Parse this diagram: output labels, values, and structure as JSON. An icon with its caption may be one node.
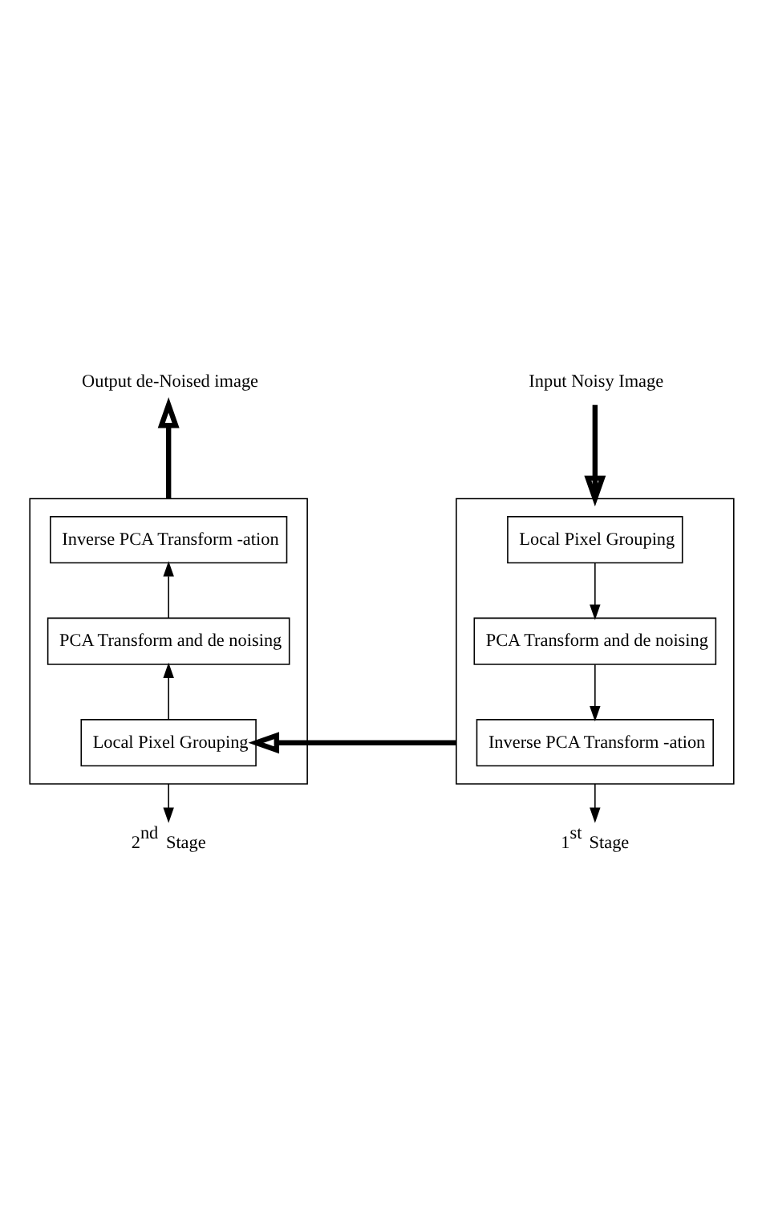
{
  "diagram": {
    "nodes": [
      {
        "text": [
          "Output de-Noised image"
        ]
      },
      {
        "text": [
          "Input Noisy Image"
        ]
      },
      {
        "text": [],
        "shape": "box"
      },
      {
        "text": [
          "Inverse PCA Transform -ation"
        ],
        "in": 2
      },
      {
        "text": [
          "PCA Transform and de noising"
        ],
        "in": 2
      },
      {
        "text": [
          "Local Pixel Grouping"
        ],
        "in": 2
      },
      {
        "text": [],
        "shape": "box"
      },
      {
        "text": [
          "Local Pixel Grouping"
        ],
        "in": 6
      },
      {
        "text": [
          "PCA Transform and de noising"
        ],
        "in": 6
      },
      {
        "text": [
          "Inverse PCA Transform -ation"
        ],
        "in": 6
      },
      {
        "text": [
          "2$^{nd}$ Stage"
        ]
      },
      {
        "text": [
          "1$^{st}$ Stage"
        ]
      }
    ],
    "edges": [
      {
        "from": 2,
        "to": 0,
        "arrow": "to",
        "style": "thick"
      },
      {
        "from": 1,
        "to": 6,
        "arrow": "to",
        "style": "thick"
      },
      {
        "from": 7,
        "to": 8,
        "arrow": "to"
      },
      {
        "from": 8,
        "to": 9,
        "arrow": "to"
      },
      {
        "from": 6,
        "to": 5,
        "arrow": "to",
        "style": "thick"
      },
      {
        "from": 5,
        "to": 4,
        "arrow": "to"
      },
      {
        "from": 4,
        "to": 3,
        "arrow": "to"
      },
      {
        "from": 2,
        "to": 10,
        "arrow": "to"
      },
      {
        "from": 6,
        "to": 11,
        "arrow": "to"
      }
    ]
  }
}
